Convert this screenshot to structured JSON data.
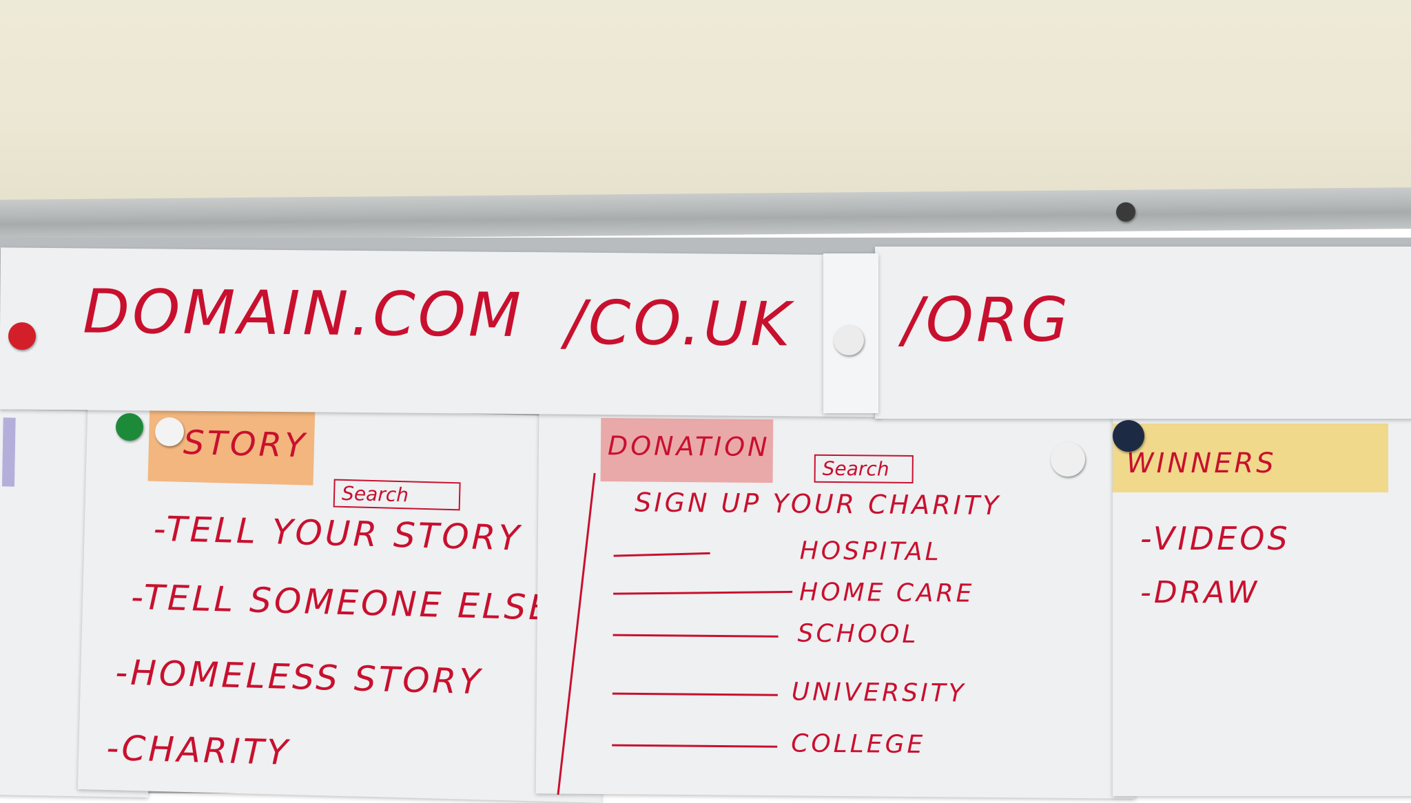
{
  "banner": {
    "part1": "DOMAIN.COM",
    "part2": "/CO.UK",
    "part3": "/ORG"
  },
  "story_sheet": {
    "header": "STORY",
    "search": "Search",
    "items": [
      "-TELL YOUR STORY",
      "-TELL SOMEONE ELSES",
      "-HOMELESS STORY",
      "-CHARITY"
    ]
  },
  "donation_sheet": {
    "header": "DONATION",
    "search": "Search",
    "signup": "SIGN UP YOUR CHARITY",
    "items": [
      "HOSPITAL",
      "HOME CARE",
      "SCHOOL",
      "UNIVERSITY",
      "COLLEGE"
    ]
  },
  "winners_sheet": {
    "header": "WINNERS",
    "items": [
      "-VIDEOS",
      "-DRAW"
    ]
  },
  "colors": {
    "ink": "#c8102e",
    "story_tab": "#f2a860",
    "donation_tab": "#e88a8a",
    "winners_tab": "#f1cf5f"
  }
}
